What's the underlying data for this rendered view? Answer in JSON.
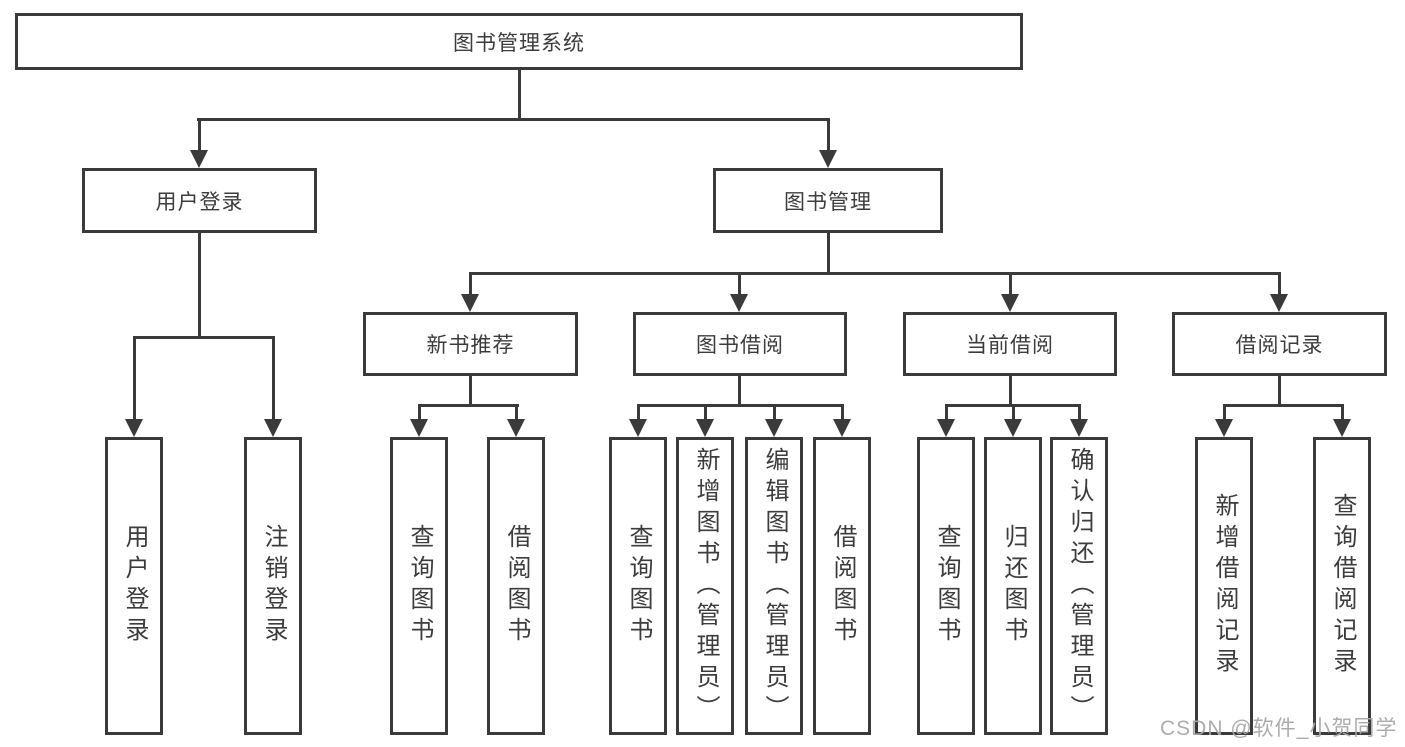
{
  "page": {
    "background": "#ffffff"
  },
  "colors": {
    "line": "#3a3a3a",
    "box_border": "#3a3a3a",
    "box_background": "#ffffff",
    "text": "#3c3c3c",
    "watermark_text_color": "#a8a8a8"
  },
  "tree": {
    "root": {
      "label": "图书管理系统"
    },
    "branches": [
      {
        "label": "用户登录",
        "children": [
          {
            "label": "用户登录"
          },
          {
            "label": "注销登录"
          }
        ]
      },
      {
        "label": "图书管理",
        "children": [
          {
            "label": "新书推荐",
            "children": [
              {
                "label": "查询图书"
              },
              {
                "label": "借阅图书"
              }
            ]
          },
          {
            "label": "图书借阅",
            "children": [
              {
                "label": "查询图书"
              },
              {
                "label": "新增图书（管理员）"
              },
              {
                "label": "编辑图书（管理员）"
              },
              {
                "label": "借阅图书"
              }
            ]
          },
          {
            "label": "当前借阅",
            "children": [
              {
                "label": "查询图书"
              },
              {
                "label": "归还图书"
              },
              {
                "label": "确认归还（管理员）"
              }
            ]
          },
          {
            "label": "借阅记录",
            "children": [
              {
                "label": "新增借阅记录"
              },
              {
                "label": "查询借阅记录"
              }
            ]
          }
        ]
      }
    ]
  },
  "watermark": {
    "text": "CSDN @软件_小贺同学"
  }
}
